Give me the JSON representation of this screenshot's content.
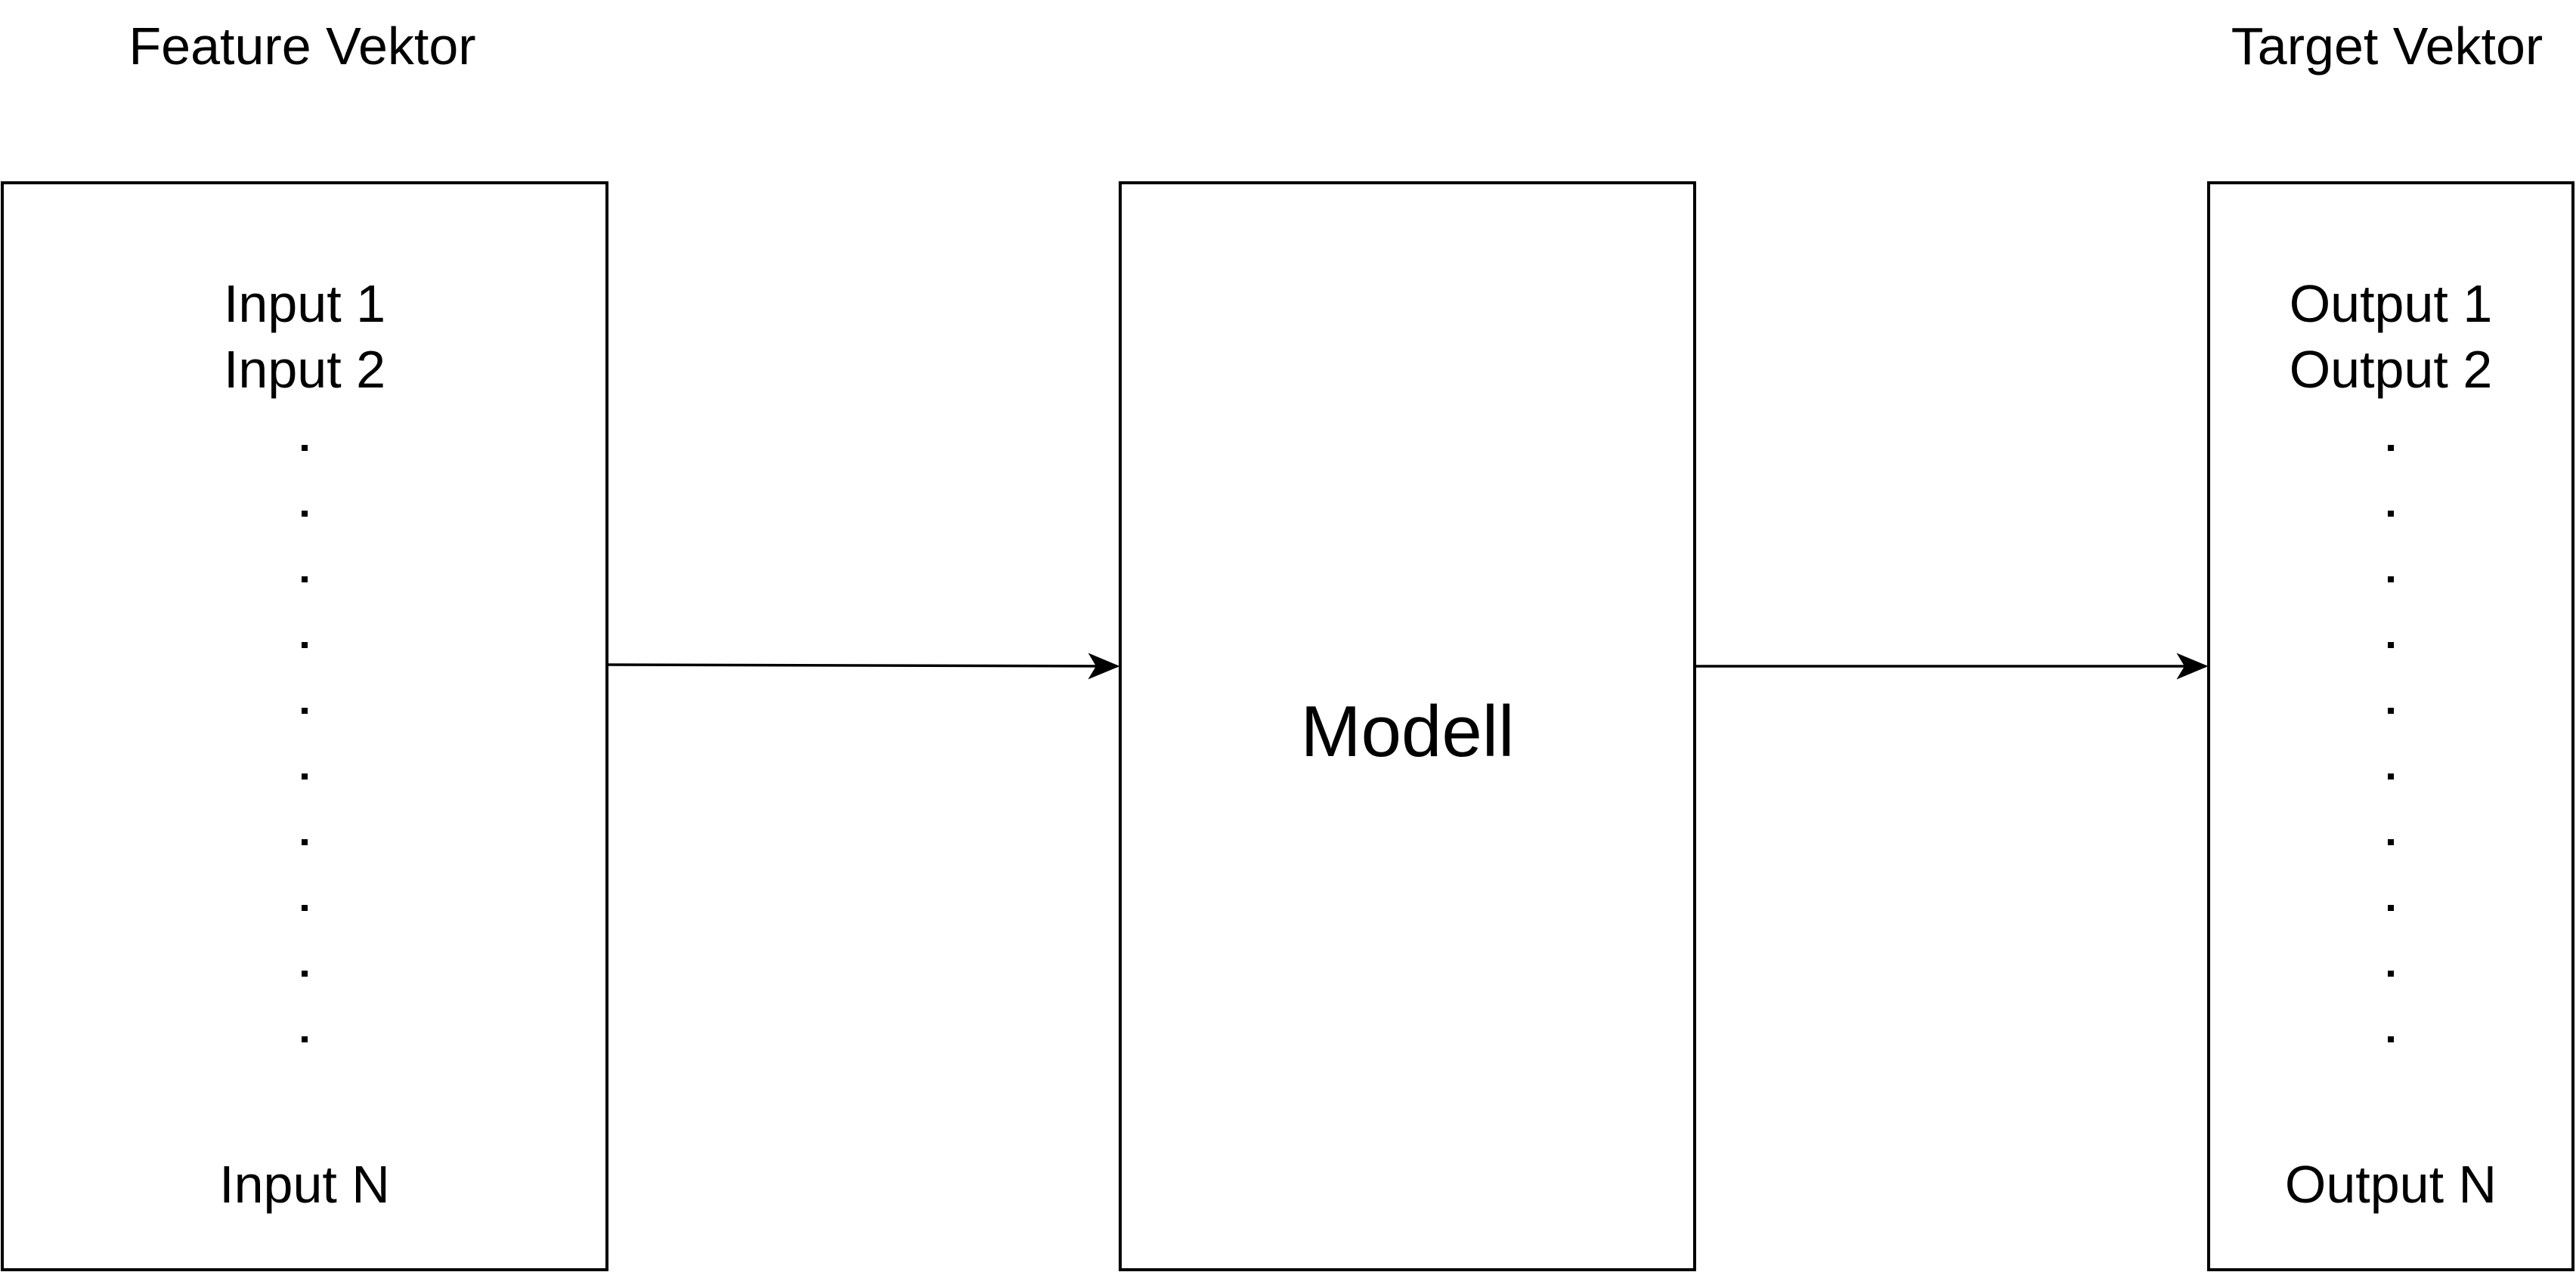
{
  "feature_vector": {
    "heading": "Feature Vektor",
    "first": "Input 1",
    "second": "Input 2",
    "last": "Input N",
    "ellipsis_dots": 10
  },
  "model": {
    "label": "Modell"
  },
  "target_vector": {
    "heading": "Target Vektor",
    "first": "Output 1",
    "second": "Output 2",
    "last": "Output N",
    "ellipsis_dots": 10
  },
  "colors": {
    "stroke": "#000000",
    "background": "#ffffff"
  }
}
